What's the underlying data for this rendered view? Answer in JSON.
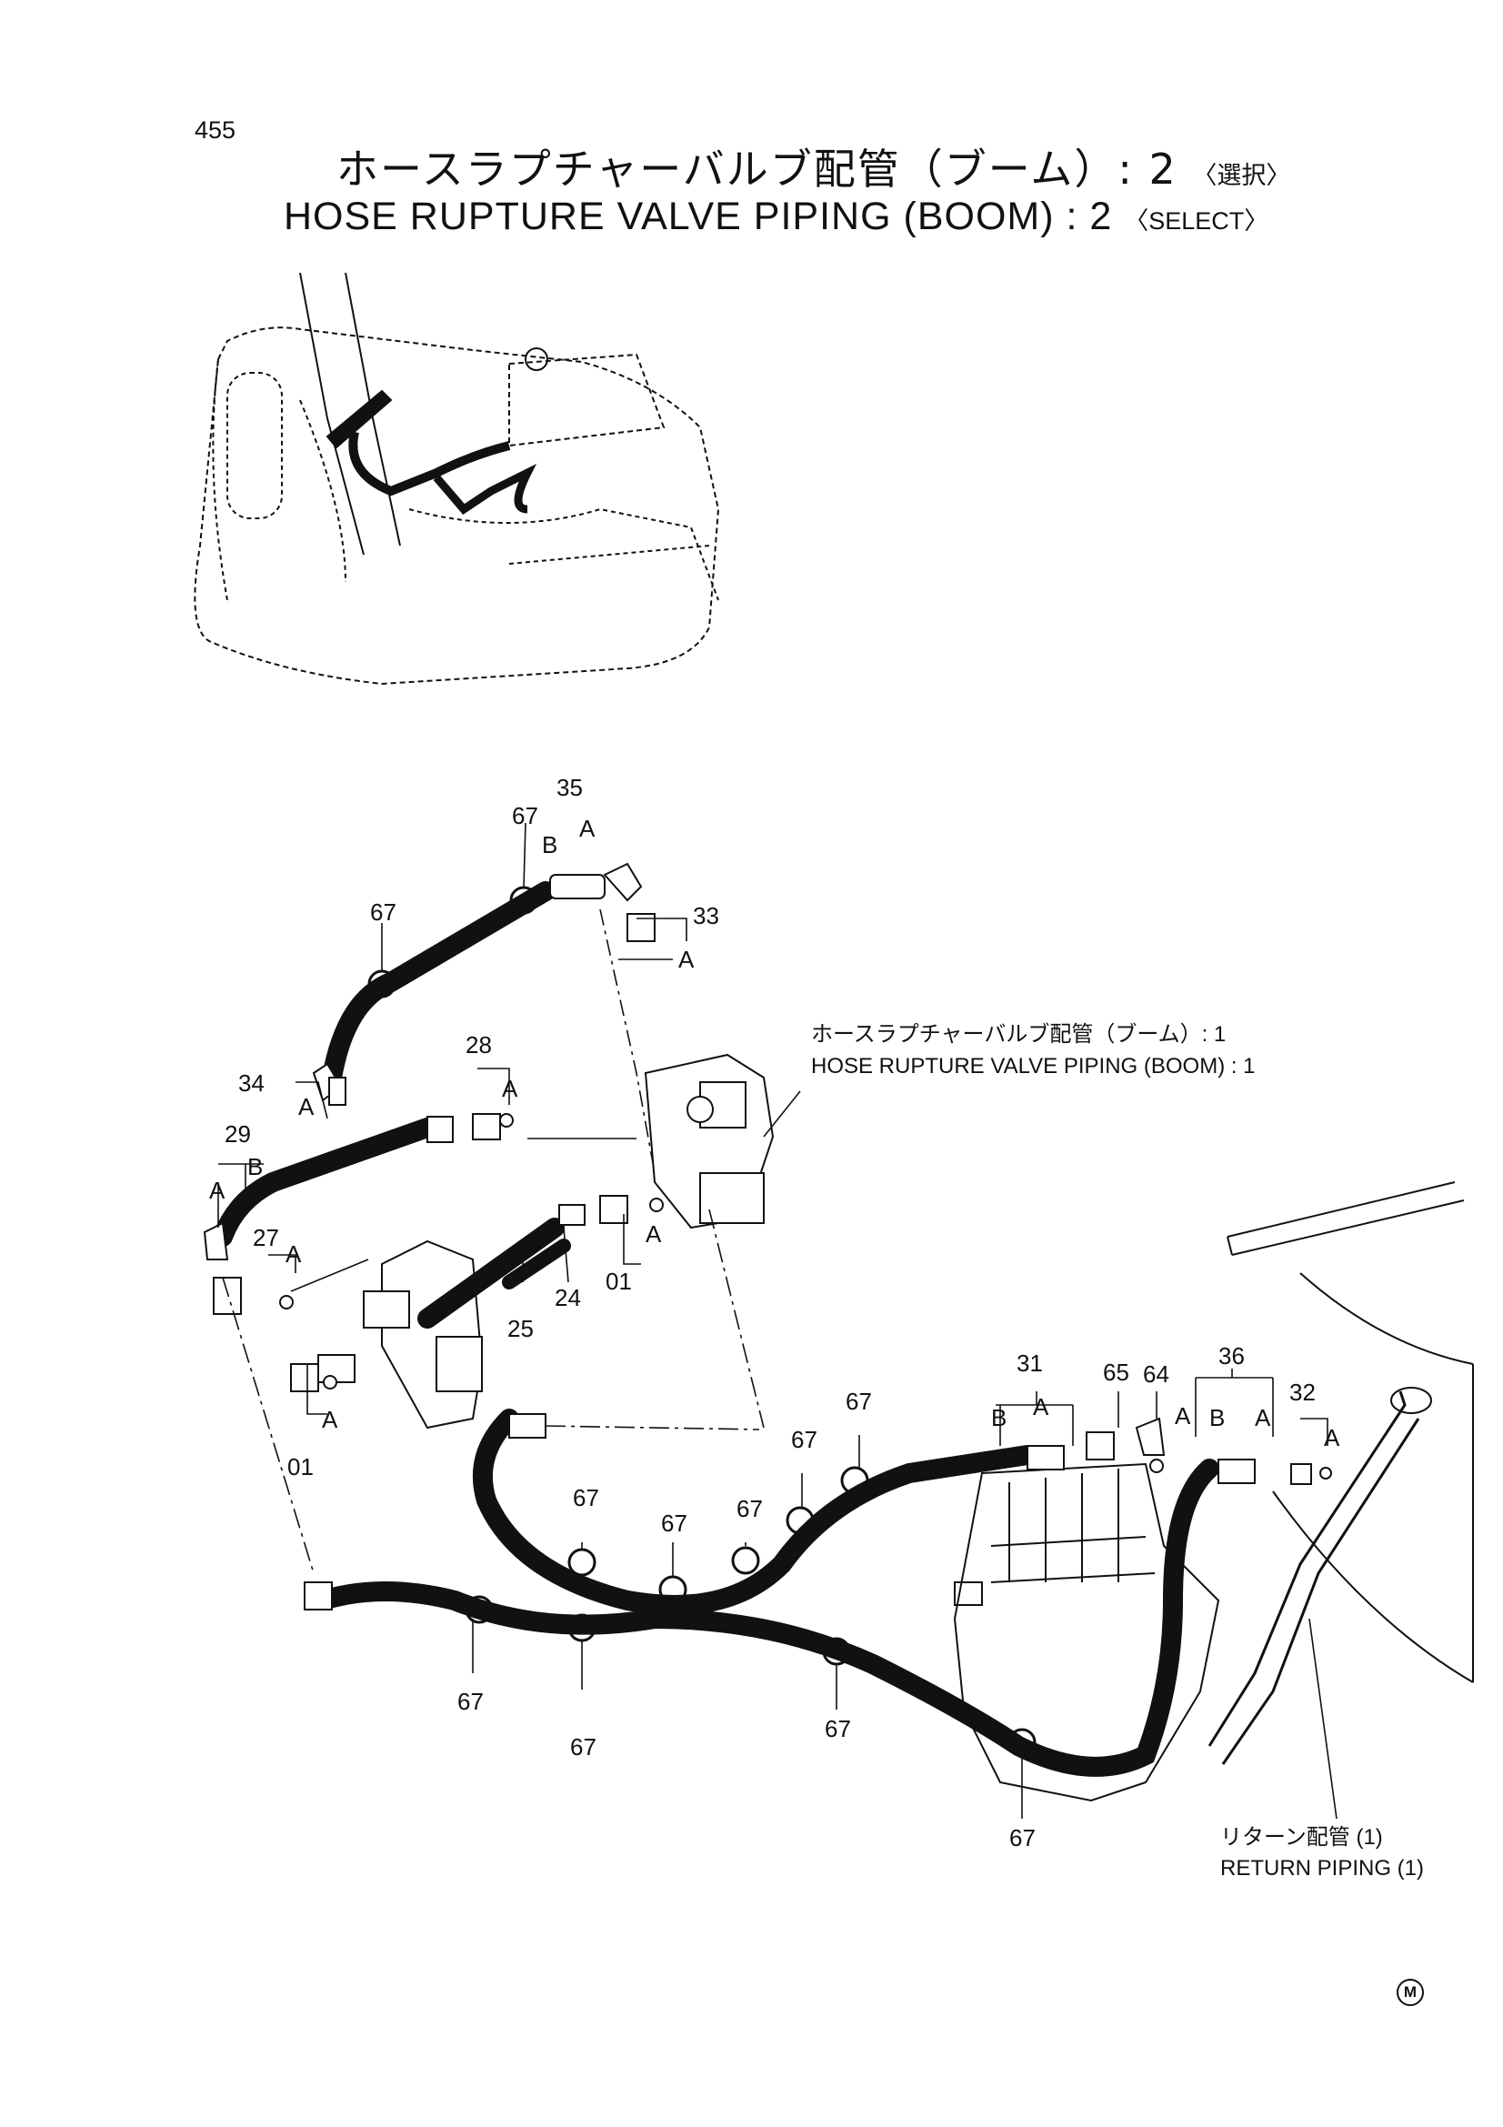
{
  "page_number": "455",
  "title": {
    "jp": "ホースラプチャーバルブ配管（ブーム）: 2",
    "jp_select": "〈選択〉",
    "en": "HOSE RUPTURE VALVE PIPING (BOOM) : 2",
    "en_select": "〈SELECT〉"
  },
  "notes": {
    "piping1_jp": "ホースラプチャーバルブ配管（ブーム）: 1",
    "piping1_en": "HOSE RUPTURE VALVE PIPING (BOOM) : 1",
    "return_jp": "リターン配管 (1)",
    "return_en": "RETURN PIPING (1)"
  },
  "callouts": {
    "c35": "35",
    "c67": "67",
    "c33": "33",
    "c28": "28",
    "c34": "34",
    "c29": "29",
    "c27": "27",
    "c25": "25",
    "c24": "24",
    "c01": "01",
    "c31": "31",
    "c65": "65",
    "c64": "64",
    "c36": "36",
    "c32": "32",
    "a": "A",
    "b": "B"
  },
  "mark": "M"
}
